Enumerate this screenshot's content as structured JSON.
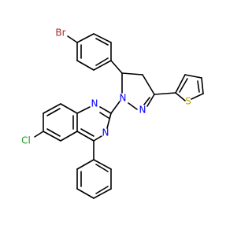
{
  "molecule": {
    "atoms": {
      "br": {
        "text": "Br",
        "color": "#a52a2a"
      },
      "s": {
        "text": "S",
        "color": "#b8a500"
      },
      "n1": {
        "text": "N",
        "color": "#0000ff"
      },
      "n2": {
        "text": "N",
        "color": "#0000ff"
      },
      "n3": {
        "text": "N",
        "color": "#0000ff"
      },
      "n4": {
        "text": "N",
        "color": "#0000ff"
      },
      "cl": {
        "text": "Cl",
        "color": "#1e9e1e"
      }
    },
    "bond_color": "#000000"
  }
}
